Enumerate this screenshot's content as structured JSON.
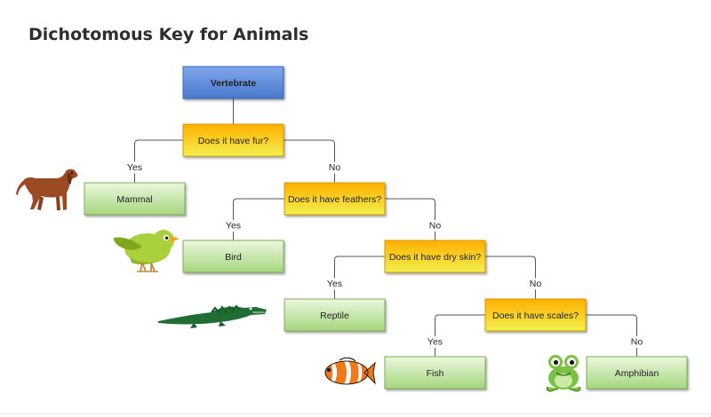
{
  "title": "Dichotomous Key for Animals",
  "nodes": [
    {
      "id": "vertebrate",
      "label": "Vertebrate",
      "kind": "root"
    },
    {
      "id": "q-fur",
      "label": "Does it have fur?",
      "kind": "question"
    },
    {
      "id": "mammal",
      "label": "Mammal",
      "kind": "answer"
    },
    {
      "id": "q-feathers",
      "label": "Does it have feathers?",
      "kind": "question"
    },
    {
      "id": "bird",
      "label": "Bird",
      "kind": "answer"
    },
    {
      "id": "q-dry-skin",
      "label": "Does it have dry skin?",
      "kind": "question"
    },
    {
      "id": "reptile",
      "label": "Reptile",
      "kind": "answer"
    },
    {
      "id": "q-scales",
      "label": "Does it have scales?",
      "kind": "question"
    },
    {
      "id": "fish",
      "label": "Fish",
      "kind": "answer"
    },
    {
      "id": "amphibian",
      "label": "Amphibian",
      "kind": "answer"
    }
  ],
  "edges": [
    {
      "from": "vertebrate",
      "to": "q-fur",
      "label": ""
    },
    {
      "from": "q-fur",
      "to": "mammal",
      "label": "Yes"
    },
    {
      "from": "q-fur",
      "to": "q-feathers",
      "label": "No"
    },
    {
      "from": "q-feathers",
      "to": "bird",
      "label": "Yes"
    },
    {
      "from": "q-feathers",
      "to": "q-dry-skin",
      "label": "No"
    },
    {
      "from": "q-dry-skin",
      "to": "reptile",
      "label": "Yes"
    },
    {
      "from": "q-dry-skin",
      "to": "q-scales",
      "label": "No"
    },
    {
      "from": "q-scales",
      "to": "fish",
      "label": "Yes"
    },
    {
      "from": "q-scales",
      "to": "amphibian",
      "label": "No"
    }
  ],
  "illustrations": [
    "dog-icon",
    "bird-icon",
    "crocodile-icon",
    "clownfish-icon",
    "frog-icon"
  ],
  "colors": {
    "root": "#5b8ad8",
    "question_top": "#ffb300",
    "question_bottom": "#f3ee4a",
    "answer_top": "#e6f5d8",
    "answer_bottom": "#a9d882",
    "line": "#555555"
  }
}
